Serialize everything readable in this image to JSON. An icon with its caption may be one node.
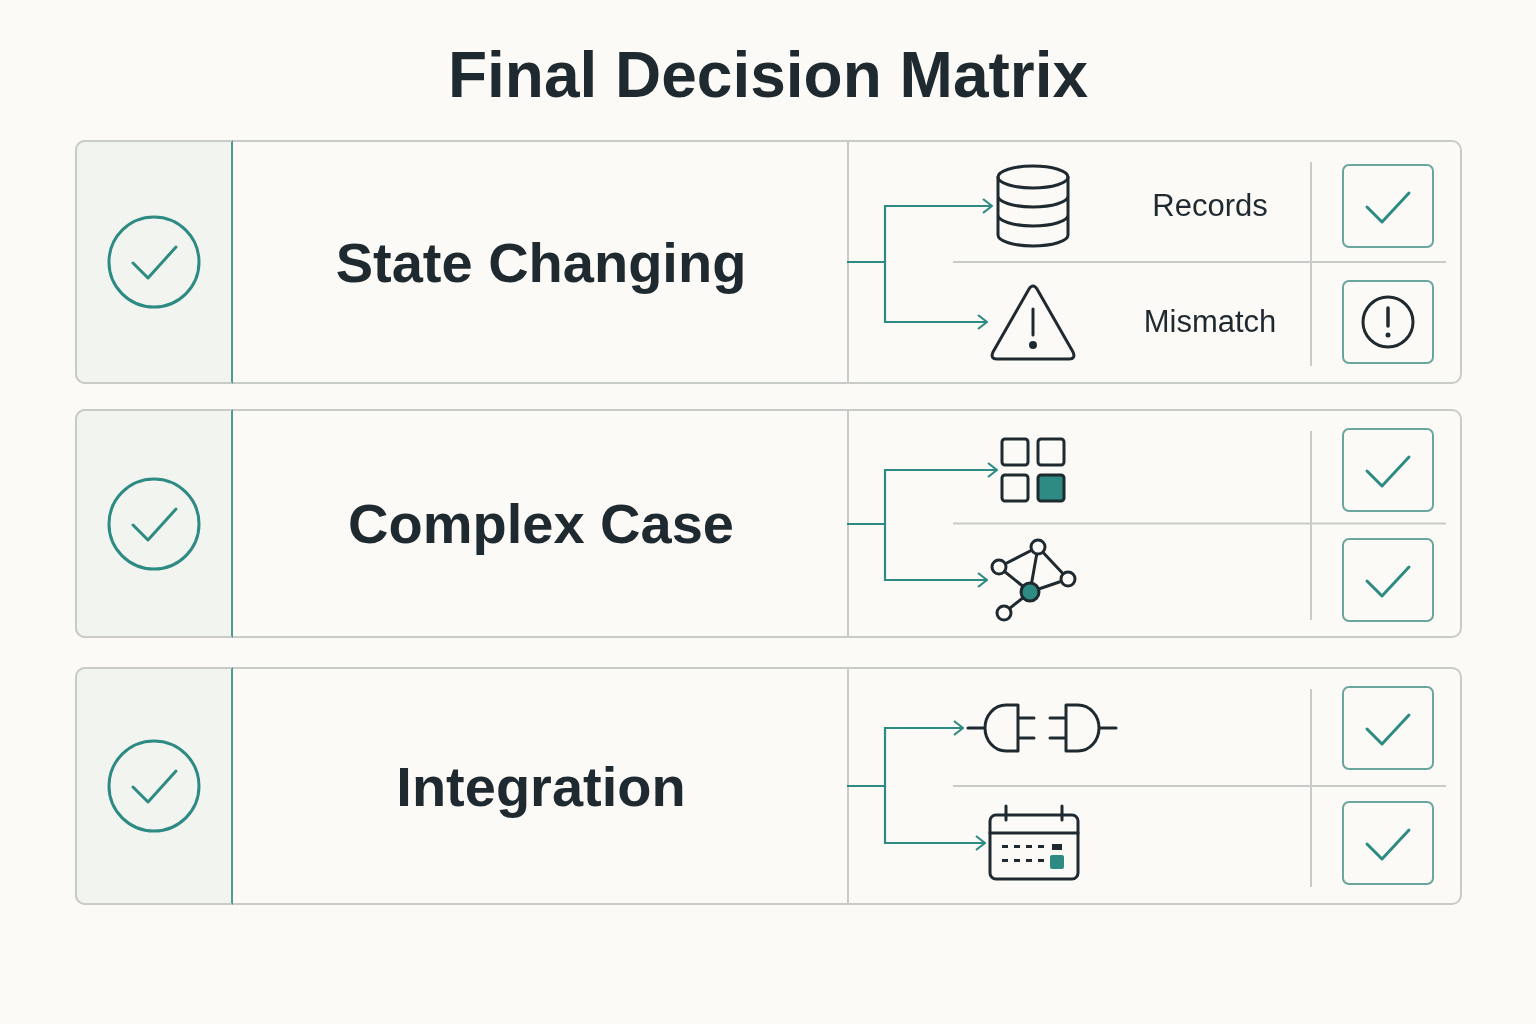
{
  "diagram": {
    "title": "Final Decision Matrix",
    "nodes": [
      {
        "text": [
          "State Changing"
        ]
      },
      {
        "text": [],
        "shape": "cylinder",
        "beside": [
          "Records"
        ]
      },
      {
        "text": [],
        "shape": "triangle",
        "beside": [
          "Mismatch"
        ]
      },
      {
        "text": [
          "Complex Case"
        ]
      },
      {
        "text": [],
        "shape": "grid"
      },
      {
        "text": [],
        "shape": "network"
      },
      {
        "text": [
          "Integration"
        ]
      },
      {
        "text": [],
        "shape": "plug"
      },
      {
        "text": [],
        "shape": "calendar"
      }
    ],
    "edges": [
      {
        "from": 0,
        "to": 1,
        "arrow": "to"
      },
      {
        "from": 0,
        "to": 2,
        "arrow": "to"
      },
      {
        "from": 3,
        "to": 4,
        "arrow": "to"
      },
      {
        "from": 3,
        "to": 5,
        "arrow": "to"
      },
      {
        "from": 6,
        "to": 7,
        "arrow": "to"
      },
      {
        "from": 6,
        "to": 8,
        "arrow": "to"
      }
    ]
  }
}
